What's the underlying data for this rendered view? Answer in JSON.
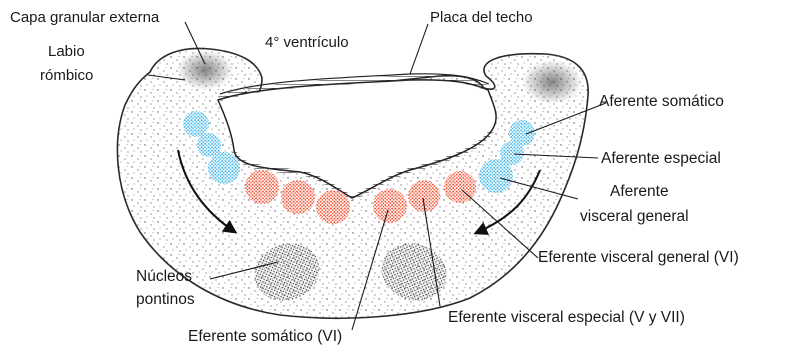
{
  "labels": {
    "capa_granular_externa": "Capa granular externa",
    "labio_line1": "Labio",
    "labio_line2": "rómbico",
    "ventriculo": "4° ventrículo",
    "placa_techo": "Placa del techo",
    "aferente_somatico": "Aferente somático",
    "aferente_especial": "Aferente especial",
    "aferente_visceral_line1": "Aferente",
    "aferente_visceral_line2": "visceral general",
    "eferente_visceral_general": "Eferente visceral general (VI)",
    "nucleos_line1": "Núcleos",
    "nucleos_line2": "pontinos",
    "eferente_visceral_especial": "Eferente visceral especial (V y VII)",
    "eferente_somatico": "Eferente somático (VI)"
  },
  "colors": {
    "afferent_nuclei": "#3ab4e6",
    "efferent_nuclei": "#f04e2e",
    "tissue_stipple": "#555555",
    "ventricle": "#ffffff"
  }
}
